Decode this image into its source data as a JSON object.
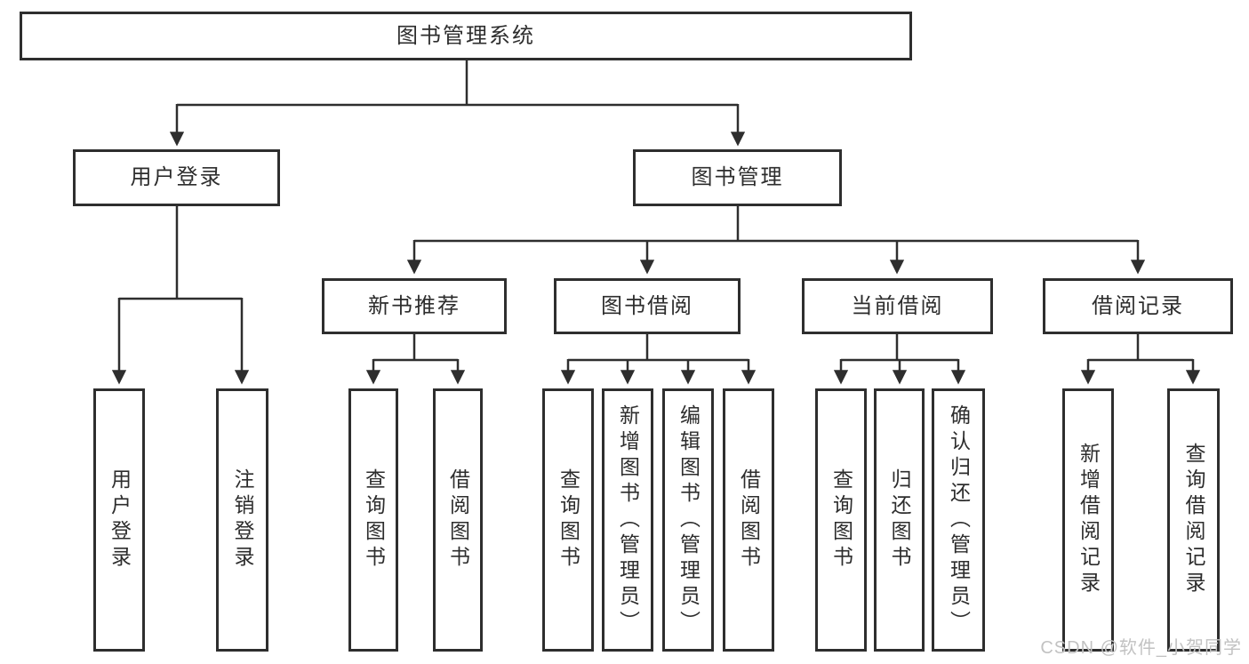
{
  "diagram": {
    "root": "图书管理系统",
    "branches": [
      "用户登录",
      "图书管理"
    ],
    "modules": [
      "新书推荐",
      "图书借阅",
      "当前借阅",
      "借阅记录"
    ],
    "leaves": {
      "user_login": [
        "用户登录",
        "注销登录"
      ],
      "new_book_rec": [
        "查询图书",
        "借阅图书"
      ],
      "book_borrow": [
        "查询图书",
        "新增图书（管理员）",
        "编辑图书（管理员）",
        "借阅图书"
      ],
      "current_borrow": [
        "查询图书",
        "归还图书",
        "确认归还（管理员）"
      ],
      "borrow_records": [
        "新增借阅记录",
        "查询借阅记录"
      ]
    },
    "watermark": "CSDN @软件_小贺同学",
    "colors": {
      "line": "#2e2e2e",
      "text": "#2d2d2d",
      "box_fill": "#ffffff",
      "watermark": "#c2c2c2",
      "background": "#ffffff"
    }
  }
}
